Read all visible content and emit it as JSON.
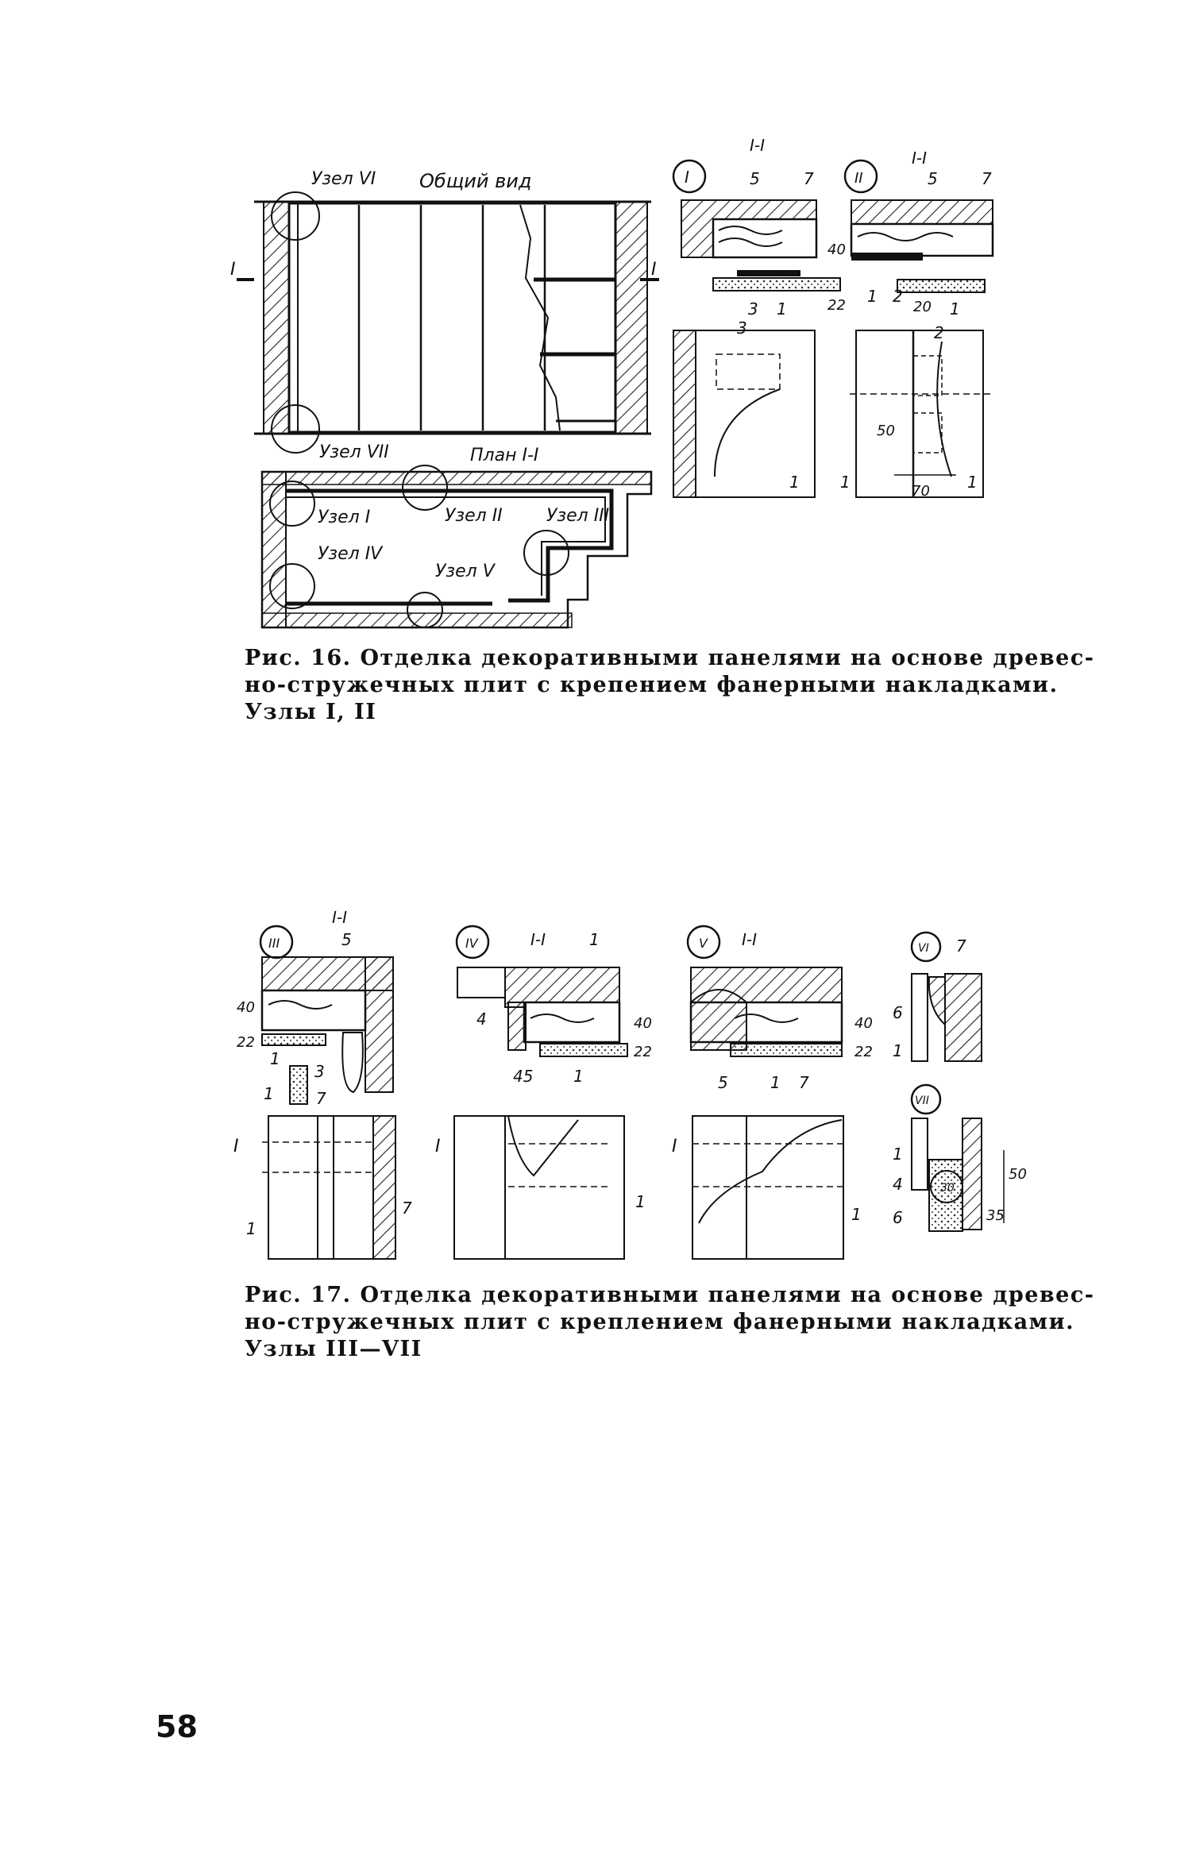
{
  "figure16": {
    "labels": {
      "node_vi": "Узел VI",
      "general_view": "Общий вид",
      "node_vii": "Узел VII",
      "plan": "План I-I",
      "node_i": "Узел I",
      "node_ii": "Узел II",
      "node_iii": "Узел III",
      "node_iv": "Узел IV",
      "node_v": "Узел V",
      "section": "I-I",
      "cut_mark": "I",
      "detail_i": "I",
      "detail_ii": "II"
    },
    "callouts": {
      "d1_top": [
        "5",
        "7"
      ],
      "d1_bottom": [
        "3",
        "1"
      ],
      "d1_dim_40": "40",
      "d1_dim_22": "22",
      "d2_top": [
        "5",
        "7"
      ],
      "d2_bottom": [
        "1",
        "2",
        "1"
      ],
      "d2_dim_20": "20",
      "d3_top": "3",
      "d3_bottom": "1",
      "d4_top": "2",
      "d4_bottom": [
        "1",
        "1"
      ],
      "d4_dim_50": "50",
      "d4_dim_70": "70"
    },
    "caption_lines": [
      "Рис. 16. Отделка декоративными панелями на основе древес-",
      "но-стружечных плит с крепением фанерными накладками.",
      "Узлы I, II"
    ]
  },
  "figure17": {
    "labels": {
      "detail_iii": "III",
      "detail_iv": "IV",
      "detail_v": "V",
      "detail_vi": "VI",
      "detail_vii": "VII",
      "section": "I-I",
      "cut_mark": "I"
    },
    "callouts": {
      "iii": [
        "5",
        "40",
        "22",
        "1",
        "3",
        "1",
        "7",
        "7",
        "1"
      ],
      "iv": [
        "1",
        "4",
        "40",
        "22",
        "45",
        "1",
        "1"
      ],
      "v": [
        "40",
        "22",
        "5",
        "1",
        "7",
        "1"
      ],
      "vi": [
        "7",
        "6",
        "1"
      ],
      "vii": [
        "1",
        "4",
        "6",
        "50",
        "35",
        "30"
      ]
    },
    "caption_lines": [
      "Рис. 17. Отделка декоративными панелями на основе древес-",
      "но-стружечных плит с креплением фанерными накладками.",
      "Узлы III—VII"
    ]
  },
  "page_number": "58"
}
